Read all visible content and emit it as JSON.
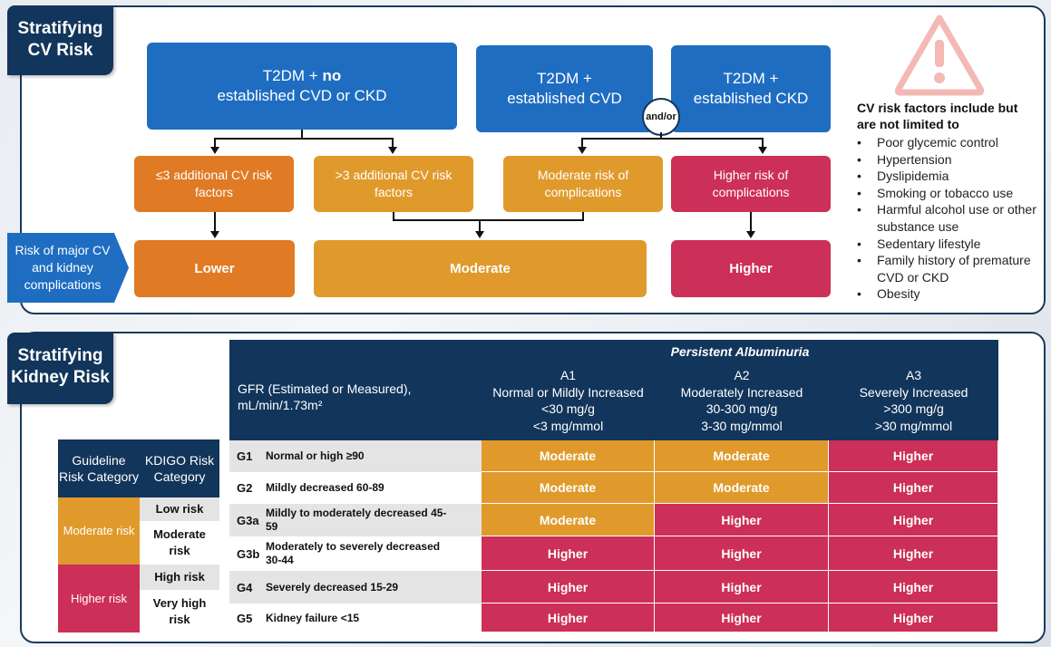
{
  "cv": {
    "title": "Stratifying CV Risk",
    "box_no_cvd_pre": "T2DM + ",
    "box_no_cvd_bold": "no",
    "box_no_cvd_line2": "established CVD or CKD",
    "box_cvd_line1": "T2DM +",
    "box_cvd_line2": "established CVD",
    "box_ckd_line1": "T2DM +",
    "box_ckd_line2": "established CKD",
    "and_or": "and/or",
    "factors_le3": "≤3 additional CV risk factors",
    "factors_gt3": ">3 additional CV risk factors",
    "moderate_complications": "Moderate risk of complications",
    "higher_complications": "Higher risk of complications",
    "risk_label": "Risk of major CV and kidney complications",
    "outcome_lower": "Lower",
    "outcome_moderate": "Moderate",
    "outcome_higher": "Higher"
  },
  "risk_factors": {
    "heading": "CV risk factors include but are not limited to",
    "items": [
      "Poor glycemic control",
      "Hypertension",
      "Dyslipidemia",
      "Smoking or tobacco use",
      "Harmful alcohol use or other substance use",
      "Sedentary lifestyle",
      "Family history of premature CVD or CKD",
      "Obesity"
    ]
  },
  "kidney": {
    "title": "Stratifying Kidney Risk",
    "gfr_header": "GFR (Estimated or Measured), mL/min/1.73m²",
    "albuminuria_header": "Persistent Albuminuria",
    "columns": [
      {
        "code": "A1",
        "label": "Normal or Mildly Increased",
        "range1": "<30 mg/g",
        "range2": "<3 mg/mmol"
      },
      {
        "code": "A2",
        "label": "Moderately Increased",
        "range1": "30-300 mg/g",
        "range2": "3-30 mg/mmol"
      },
      {
        "code": "A3",
        "label": "Severely Increased",
        "range1": ">300 mg/g",
        "range2": ">30 mg/mmol"
      }
    ],
    "rows": [
      {
        "code": "G1",
        "desc": "Normal or high ≥90",
        "cells": [
          "Moderate",
          "Moderate",
          "Higher"
        ]
      },
      {
        "code": "G2",
        "desc": "Mildly decreased 60-89",
        "cells": [
          "Moderate",
          "Moderate",
          "Higher"
        ]
      },
      {
        "code": "G3a",
        "desc": "Mildly to moderately decreased 45-59",
        "cells": [
          "Moderate",
          "Higher",
          "Higher"
        ]
      },
      {
        "code": "G3b",
        "desc": "Moderately to severely decreased 30-44",
        "cells": [
          "Higher",
          "Higher",
          "Higher"
        ]
      },
      {
        "code": "G4",
        "desc": "Severely decreased 15-29",
        "cells": [
          "Higher",
          "Higher",
          "Higher"
        ]
      },
      {
        "code": "G5",
        "desc": "Kidney failure <15",
        "cells": [
          "Higher",
          "Higher",
          "Higher"
        ]
      }
    ],
    "legend": {
      "guideline_header": "Guideline Risk Category",
      "kdigo_header": "KDIGO Risk Category",
      "moderate_risk": "Moderate risk",
      "higher_risk": "Higher risk",
      "low_risk": "Low risk",
      "moderate": "Moderate risk",
      "high_risk": "High risk",
      "very_high": "Very high risk"
    }
  },
  "colors": {
    "navy": "#12355b",
    "blue": "#1e6dc1",
    "orange": "#e07a24",
    "gold": "#e09a2c",
    "magenta": "#cc2f57"
  }
}
